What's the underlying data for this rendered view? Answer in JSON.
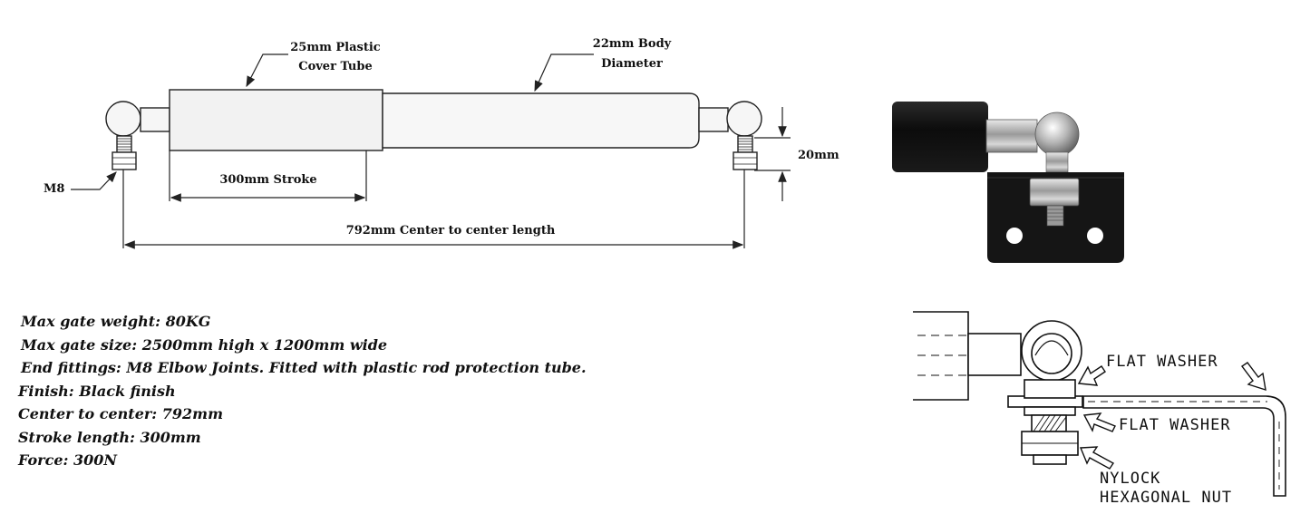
{
  "diagram": {
    "callouts": {
      "cover_tube_line1": "25mm Plastic",
      "cover_tube_line2": "Cover Tube",
      "body_diameter_line1": "22mm Body",
      "body_diameter_line2": "Diameter",
      "stroke": "300mm Stroke",
      "center_length": "792mm Center to center length",
      "height": "20mm",
      "thread": "M8"
    },
    "install_labels": {
      "washer_top": "FLAT WASHER",
      "washer_bottom": "FLAT WASHER",
      "nut_line1": "NYLOCK",
      "nut_line2": "HEXAGONAL NUT"
    }
  },
  "specs": [
    "Max gate weight: 80KG",
    "Max gate size: 2500mm high x 1200mm wide",
    "End fittings: M8 Elbow Joints. Fitted with plastic rod protection tube.",
    "Finish: Black finish",
    "Center to center: 792mm",
    "Stroke length: 300mm",
    "Force: 300N"
  ],
  "colors": {
    "line": "#222222",
    "tube_fill": "#f4f4f4",
    "black_part": "#151515",
    "steel": "#b8b8b8"
  }
}
